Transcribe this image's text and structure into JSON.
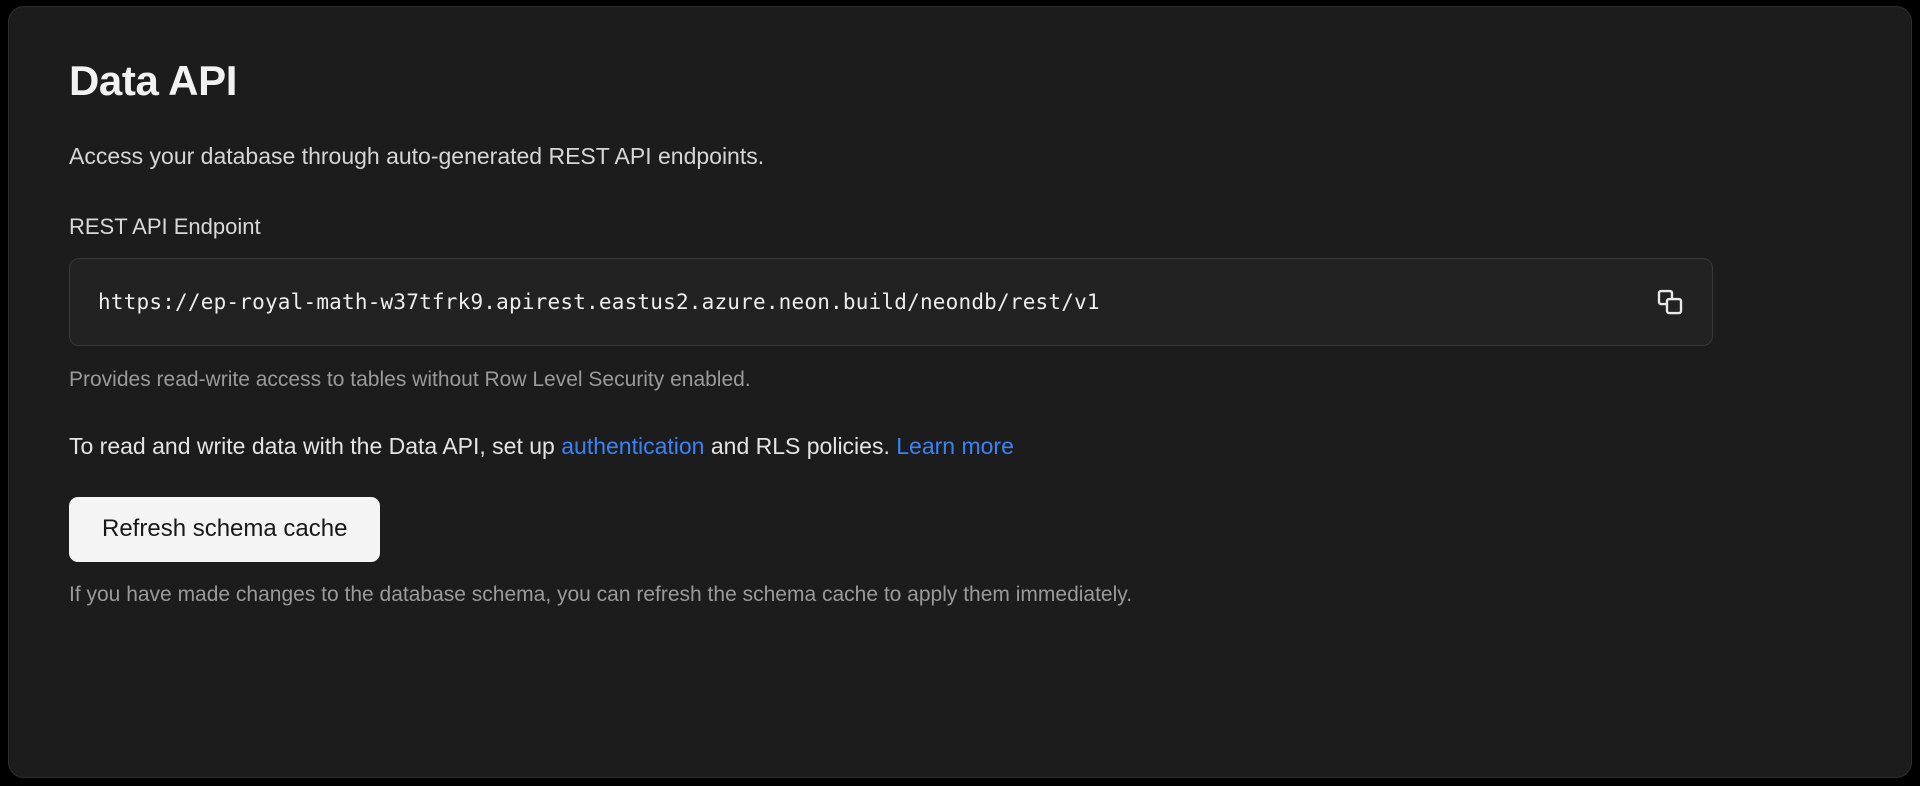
{
  "card": {
    "title": "Data API",
    "description": "Access your database through auto-generated REST API endpoints.",
    "endpoint": {
      "label": "REST API Endpoint",
      "value": "https://ep-royal-math-w37tfrk9.apirest.eastus2.azure.neon.build/neondb/rest/v1",
      "placeholder": "https://",
      "copy_icon": "copy-icon",
      "hint": "Provides read-write access to tables without Row Level Security enabled."
    },
    "policy": {
      "lead": "To read and write data with the Data API, set up ",
      "auth_link": "authentication",
      "middle": " and RLS policies. ",
      "learn_more_link": "Learn more"
    },
    "refresh_button": "Refresh schema cache",
    "footer": "If you have made changes to the database schema, you can refresh the schema cache to apply them immediately."
  },
  "colors": {
    "page_background": "#000000",
    "card_background": "#1c1c1c",
    "card_border": "#2e2e2e",
    "input_background": "#222222",
    "input_border": "#383838",
    "link_blue": "#3b82f6",
    "button_background": "#f4f4f4",
    "button_text": "#18181b",
    "title_text": "#f2f2f2",
    "body_text": "#e4e4e4",
    "muted_text": "#9a9a9a"
  }
}
